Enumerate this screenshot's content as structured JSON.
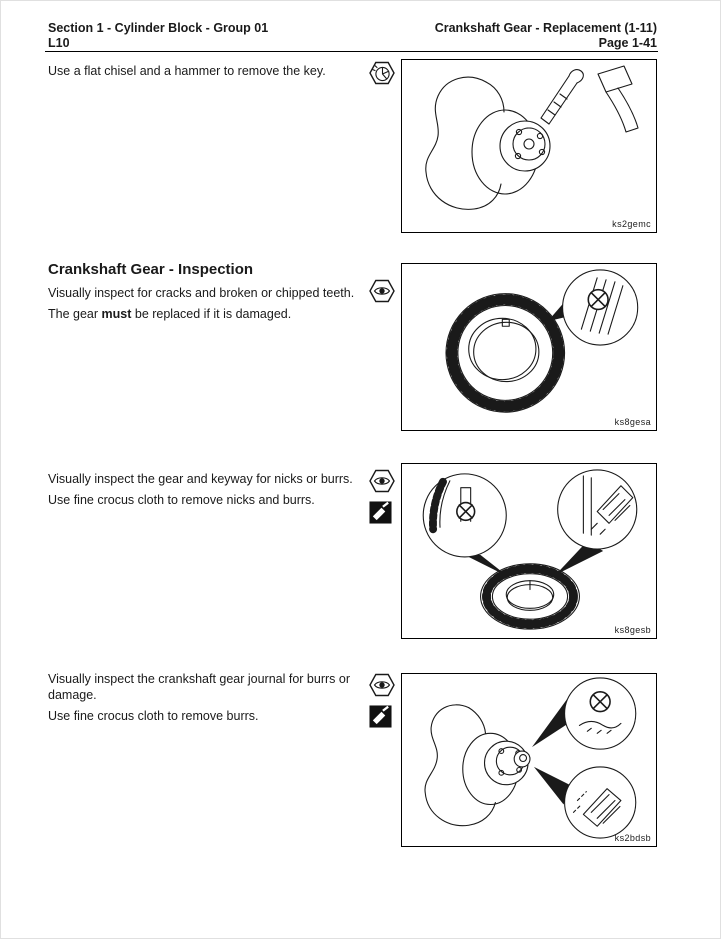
{
  "colors": {
    "ink": "#1a1a1a",
    "paper": "#ffffff"
  },
  "header": {
    "section_line": "Section 1 - Cylinder Block - Group 01",
    "engine_model": "L10",
    "topic_line": "Crankshaft Gear - Replacement (1-11)",
    "page_number": "Page 1-41"
  },
  "step_key_removal": {
    "text": "Use a flat chisel and a hammer to remove the key.",
    "figure_caption": "ks2gemc"
  },
  "inspection": {
    "heading": "Crankshaft Gear - Inspection",
    "line1": "Visually inspect for cracks and broken or chipped teeth.",
    "line2_pre": "The gear ",
    "line2_bold": "must",
    "line2_post": " be replaced if it is damaged.",
    "figure_caption": "ks8gesa"
  },
  "step_gear_keyway": {
    "line1": "Visually inspect the gear and keyway for nicks or burrs.",
    "line2": "Use fine crocus cloth to remove nicks and burrs.",
    "figure_caption": "ks8gesb"
  },
  "step_journal": {
    "line1": "Visually inspect the crankshaft gear journal for burrs or damage.",
    "line2": "Use fine crocus cloth to remove burrs.",
    "figure_caption": "ks2bdsb"
  },
  "icons": {
    "cut": "chisel-icon",
    "inspect": "eye-icon",
    "polish": "crocus-cloth-icon"
  }
}
